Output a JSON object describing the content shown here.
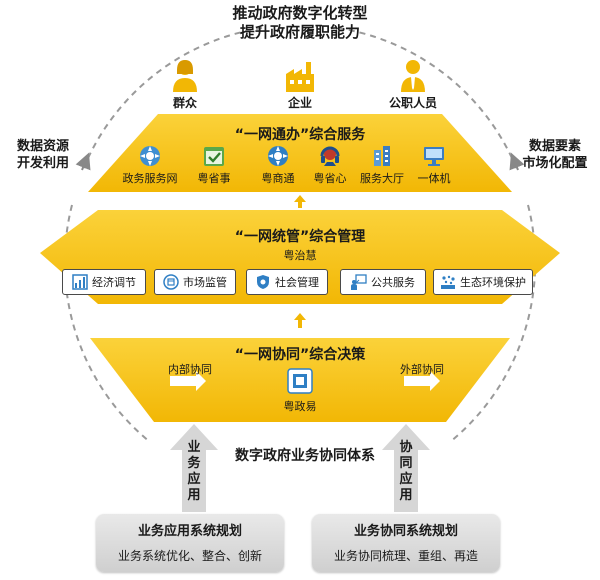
{
  "header": {
    "line1": "推动政府数字化转型",
    "line2": "提升政府履职能力"
  },
  "sides": {
    "left": [
      "数据资源",
      "开发利用"
    ],
    "right": [
      "数据要素",
      "市场化配置"
    ]
  },
  "actors": [
    {
      "label": "群众",
      "icon": "person-female-icon"
    },
    {
      "label": "企业",
      "icon": "factory-icon"
    },
    {
      "label": "公职人员",
      "icon": "person-male-icon"
    }
  ],
  "band1": {
    "title": "“一网通办”综合服务",
    "services": [
      {
        "label": "政务服务网",
        "icon": "gear-badge-icon"
      },
      {
        "label": "粤省事",
        "icon": "calendar-check-icon"
      },
      {
        "label": "粤商通",
        "icon": "gear-badge-icon"
      },
      {
        "label": "粤省心",
        "icon": "headset-icon"
      },
      {
        "label": "服务大厅",
        "icon": "building-icon"
      },
      {
        "label": "一体机",
        "icon": "monitor-icon"
      }
    ]
  },
  "band2": {
    "title": "“一网统管”综合管理",
    "subtitle": "粤治慧",
    "tiles": [
      {
        "label": "经济调节",
        "icon": "bar-chart-icon"
      },
      {
        "label": "市场监管",
        "icon": "shop-icon"
      },
      {
        "label": "社会管理",
        "icon": "shield-icon"
      },
      {
        "label": "公共服务",
        "icon": "presentation-icon"
      },
      {
        "label": "生态环境保护",
        "icon": "pm25-icon"
      }
    ]
  },
  "band3": {
    "title": "“一网协同”综合决策",
    "left_label": "内部协同",
    "right_label": "外部协同",
    "center_label": "粤政易"
  },
  "system_label": "数字政府业务协同体系",
  "arrows": {
    "left": "业务应用",
    "right": "协同应用"
  },
  "boxes": [
    {
      "title": "业务应用系统规划",
      "subtitle": "业务系统优化、整合、创新"
    },
    {
      "title": "业务协同系统规划",
      "subtitle": "业务协同梳理、重组、再造"
    }
  ],
  "colors": {
    "yellow": "#f7c21a",
    "dark_yellow": "#e6ad00",
    "blue": "#2f7fc4",
    "dash": "#9a9a9a"
  }
}
